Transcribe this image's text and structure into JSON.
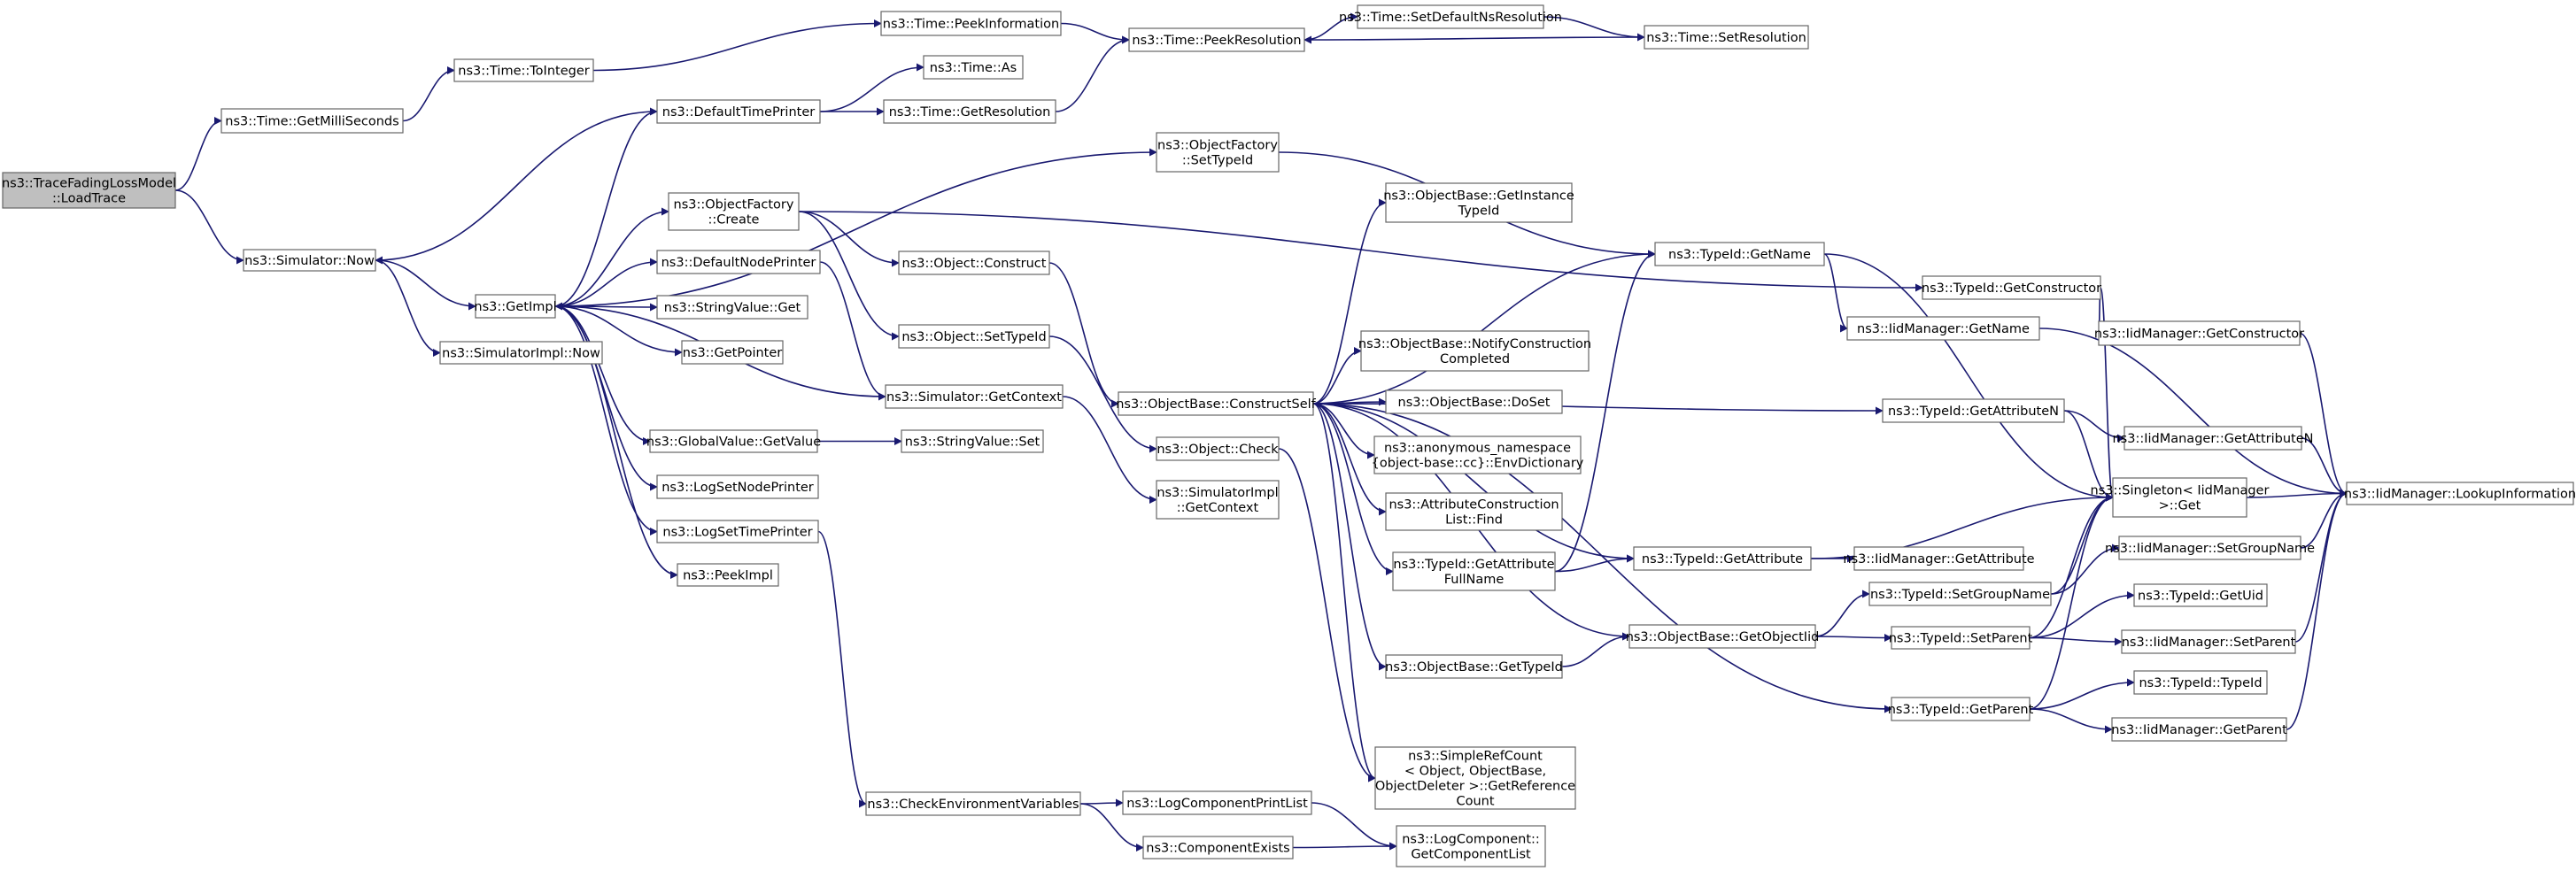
{
  "diagram": {
    "type": "call-graph",
    "root": "n_root",
    "nodes": [
      {
        "id": "n_root",
        "lines": [
          "ns3::TraceFadingLossModel",
          "::LoadTrace"
        ]
      },
      {
        "id": "n_getms",
        "lines": [
          "ns3::Time::GetMilliSeconds"
        ]
      },
      {
        "id": "n_simnow",
        "lines": [
          "ns3::Simulator::Now"
        ]
      },
      {
        "id": "n_toint",
        "lines": [
          "ns3::Time::ToInteger"
        ]
      },
      {
        "id": "n_peekinfo",
        "lines": [
          "ns3::Time::PeekInformation"
        ]
      },
      {
        "id": "n_peekres",
        "lines": [
          "ns3::Time::PeekResolution"
        ]
      },
      {
        "id": "n_setdef",
        "lines": [
          "ns3::Time::SetDefaultNsResolution"
        ]
      },
      {
        "id": "n_setres",
        "lines": [
          "ns3::Time::SetResolution"
        ]
      },
      {
        "id": "n_deftp",
        "lines": [
          "ns3::DefaultTimePrinter"
        ]
      },
      {
        "id": "n_as",
        "lines": [
          "ns3::Time::As"
        ]
      },
      {
        "id": "n_getres",
        "lines": [
          "ns3::Time::GetResolution"
        ]
      },
      {
        "id": "n_getimpl",
        "lines": [
          "ns3::GetImpl"
        ]
      },
      {
        "id": "n_simimplnow",
        "lines": [
          "ns3::SimulatorImpl::Now"
        ]
      },
      {
        "id": "n_ofcreate",
        "lines": [
          "ns3::ObjectFactory",
          "::Create"
        ]
      },
      {
        "id": "n_defnp",
        "lines": [
          "ns3::DefaultNodePrinter"
        ]
      },
      {
        "id": "n_strget",
        "lines": [
          "ns3::StringValue::Get"
        ]
      },
      {
        "id": "n_getptr",
        "lines": [
          "ns3::GetPointer"
        ]
      },
      {
        "id": "n_getctx",
        "lines": [
          "ns3::Simulator::GetContext"
        ]
      },
      {
        "id": "n_gvget",
        "lines": [
          "ns3::GlobalValue::GetValue"
        ]
      },
      {
        "id": "n_strset",
        "lines": [
          "ns3::StringValue::Set"
        ]
      },
      {
        "id": "n_lognp",
        "lines": [
          "ns3::LogSetNodePrinter"
        ]
      },
      {
        "id": "n_logtp",
        "lines": [
          "ns3::LogSetTimePrinter"
        ]
      },
      {
        "id": "n_peekimpl",
        "lines": [
          "ns3::PeekImpl"
        ]
      },
      {
        "id": "n_checkenv",
        "lines": [
          "ns3::CheckEnvironmentVariables"
        ]
      },
      {
        "id": "n_ofset",
        "lines": [
          "ns3::ObjectFactory",
          "::SetTypeId"
        ]
      },
      {
        "id": "n_objcons",
        "lines": [
          "ns3::Object::Construct"
        ]
      },
      {
        "id": "n_objsettid",
        "lines": [
          "ns3::Object::SetTypeId"
        ]
      },
      {
        "id": "n_obcs",
        "lines": [
          "ns3::ObjectBase::ConstructSelf"
        ]
      },
      {
        "id": "n_objcheck",
        "lines": [
          "ns3::Object::Check"
        ]
      },
      {
        "id": "n_simimplctx",
        "lines": [
          "ns3::SimulatorImpl",
          "::GetContext"
        ]
      },
      {
        "id": "n_obgit",
        "lines": [
          "ns3::ObjectBase::GetInstance",
          "TypeId"
        ]
      },
      {
        "id": "n_obncc",
        "lines": [
          "ns3::ObjectBase::NotifyConstruction",
          "Completed"
        ]
      },
      {
        "id": "n_obdoset",
        "lines": [
          "ns3::ObjectBase::DoSet"
        ]
      },
      {
        "id": "n_envdict",
        "lines": [
          "ns3::anonymous_namespace",
          "{object-base::cc}::EnvDictionary"
        ]
      },
      {
        "id": "n_acfind",
        "lines": [
          "ns3::AttributeConstruction",
          "List::Find"
        ]
      },
      {
        "id": "n_tidgafn",
        "lines": [
          "ns3::TypeId::GetAttribute",
          "FullName"
        ]
      },
      {
        "id": "n_obgettid",
        "lines": [
          "ns3::ObjectBase::GetTypeId"
        ]
      },
      {
        "id": "n_srcount",
        "lines": [
          "ns3::SimpleRefCount",
          "< Object, ObjectBase,",
          "ObjectDeleter >::GetReference",
          "Count"
        ]
      },
      {
        "id": "n_lcprint",
        "lines": [
          "ns3::LogComponentPrintList"
        ]
      },
      {
        "id": "n_compexists",
        "lines": [
          "ns3::ComponentExists"
        ]
      },
      {
        "id": "n_lcgetlist",
        "lines": [
          "ns3::LogComponent::",
          "GetComponentList"
        ]
      },
      {
        "id": "n_tidgetname",
        "lines": [
          "ns3::TypeId::GetName"
        ]
      },
      {
        "id": "n_tidgetcons",
        "lines": [
          "ns3::TypeId::GetConstructor"
        ]
      },
      {
        "id": "n_iidgetname",
        "lines": [
          "ns3::IidManager::GetName"
        ]
      },
      {
        "id": "n_tidgetattrn",
        "lines": [
          "ns3::TypeId::GetAttributeN"
        ]
      },
      {
        "id": "n_tidgetattr",
        "lines": [
          "ns3::TypeId::GetAttribute"
        ]
      },
      {
        "id": "n_tidsetgroup",
        "lines": [
          "ns3::TypeId::SetGroupName"
        ]
      },
      {
        "id": "n_obgetoiid",
        "lines": [
          "ns3::ObjectBase::GetObjectIid"
        ]
      },
      {
        "id": "n_tidsetparent",
        "lines": [
          "ns3::TypeId::SetParent"
        ]
      },
      {
        "id": "n_tidgetparent",
        "lines": [
          "ns3::TypeId::GetParent"
        ]
      },
      {
        "id": "n_iidgetcons",
        "lines": [
          "ns3::IidManager::GetConstructor"
        ]
      },
      {
        "id": "n_iidgetattrn",
        "lines": [
          "ns3::IidManager::GetAttributeN"
        ]
      },
      {
        "id": "n_singleton",
        "lines": [
          "ns3::Singleton< IidManager",
          ">::Get"
        ]
      },
      {
        "id": "n_iidgetattr",
        "lines": [
          "ns3::IidManager::GetAttribute"
        ]
      },
      {
        "id": "n_iidsetgroup",
        "lines": [
          "ns3::IidManager::SetGroupName"
        ]
      },
      {
        "id": "n_tidgetuid",
        "lines": [
          "ns3::TypeId::GetUid"
        ]
      },
      {
        "id": "n_iidsetparent",
        "lines": [
          "ns3::IidManager::SetParent"
        ]
      },
      {
        "id": "n_tidtid",
        "lines": [
          "ns3::TypeId::TypeId"
        ]
      },
      {
        "id": "n_iidgetparent",
        "lines": [
          "ns3::IidManager::GetParent"
        ]
      },
      {
        "id": "n_iidlookup",
        "lines": [
          "ns3::IidManager::LookupInformation"
        ]
      }
    ]
  }
}
